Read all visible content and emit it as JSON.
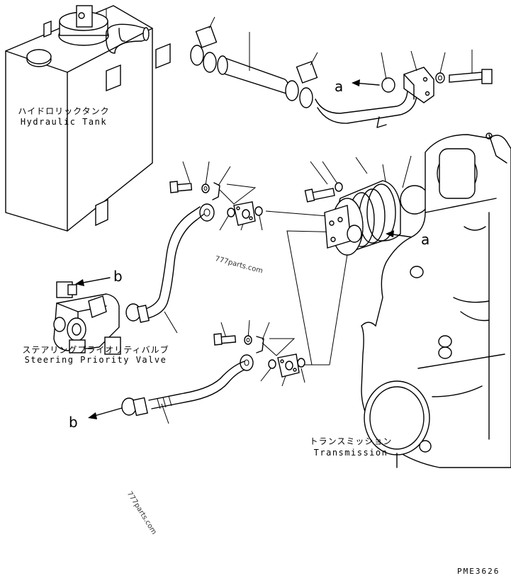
{
  "labels": {
    "tank_jp": "ハイドロリックタンク",
    "tank_en": "Hydraulic Tank",
    "valve_jp": "ステアリングプライオリティバルブ",
    "valve_en": "Steering Priority Valve",
    "trans_jp": "トランスミッション",
    "trans_en": "Transmission",
    "ref_a": "a",
    "ref_b": "b",
    "watermark": "777parts.com",
    "drawing_code": "PME3626"
  }
}
